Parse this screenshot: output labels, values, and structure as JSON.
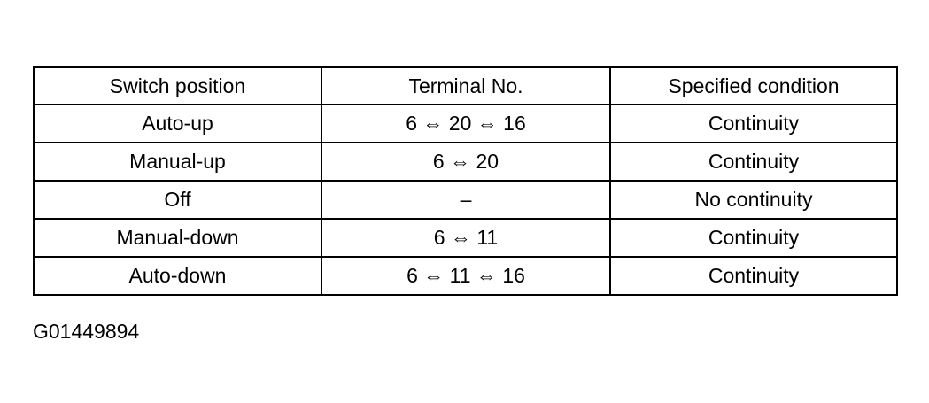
{
  "table": {
    "headers": [
      "Switch position",
      "Terminal No.",
      "Specified condition"
    ],
    "rows": [
      [
        "Auto-up",
        "6 ⇔ 20 ⇔ 16",
        "Continuity"
      ],
      [
        "Manual-up",
        "6 ⇔ 20",
        "Continuity"
      ],
      [
        "Off",
        "–",
        "No continuity"
      ],
      [
        "Manual-down",
        "6 ⇔ 11",
        "Continuity"
      ],
      [
        "Auto-down",
        "6 ⇔ 11 ⇔ 16",
        "Continuity"
      ]
    ]
  },
  "figure_id": "G01449894"
}
